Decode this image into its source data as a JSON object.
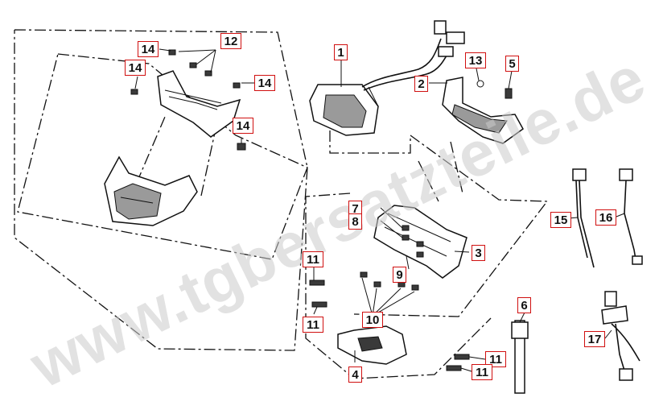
{
  "watermark": "www.tgbersatzteile.de",
  "callouts": {
    "c1": "1",
    "c2": "2",
    "c3": "3",
    "c4": "4",
    "c5": "5",
    "c6": "6",
    "c7": "7",
    "c8": "8",
    "c9": "9",
    "c10": "10",
    "c11": "11",
    "c12": "12",
    "c13": "13",
    "c14": "14",
    "c15": "15",
    "c16": "16",
    "c17": "17"
  },
  "colors": {
    "callout_border": "#d01010",
    "line": "#111111",
    "watermark": "#cccccc"
  }
}
